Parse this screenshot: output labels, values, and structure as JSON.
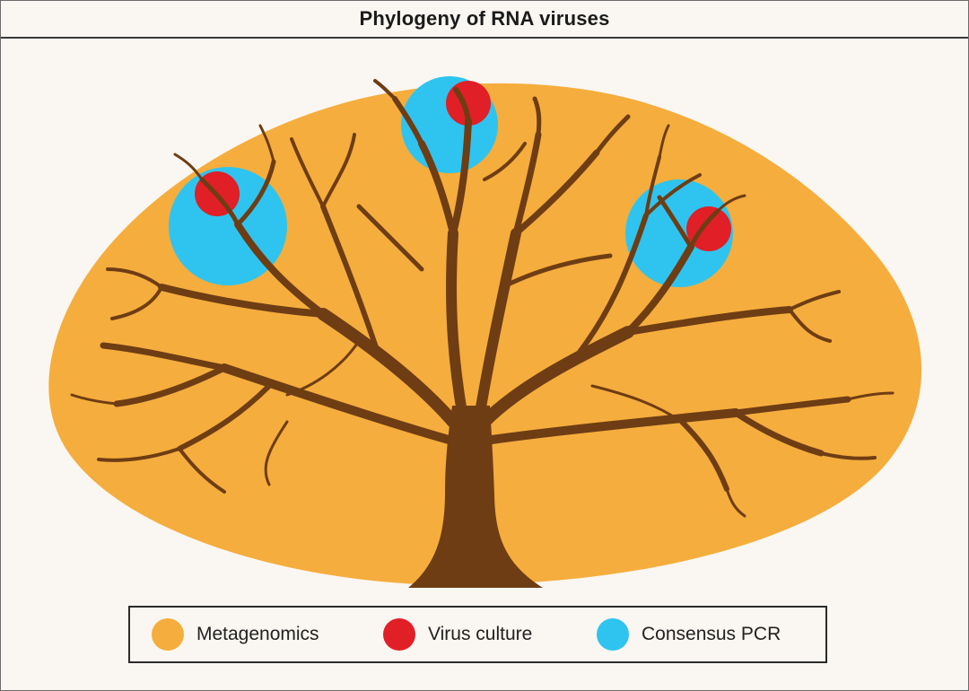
{
  "title": "Phylogeny of RNA viruses",
  "colors": {
    "metagenomics": "#f5ad3d",
    "virus_culture": "#e11f26",
    "consensus_pcr": "#2ec4ef",
    "tree": "#6e3d14",
    "background": "#faf6f1"
  },
  "legend": [
    {
      "label": "Metagenomics",
      "color": "#f5ad3d"
    },
    {
      "label": "Virus culture",
      "color": "#e11f26"
    },
    {
      "label": "Consensus PCR",
      "color": "#2ec4ef"
    }
  ]
}
